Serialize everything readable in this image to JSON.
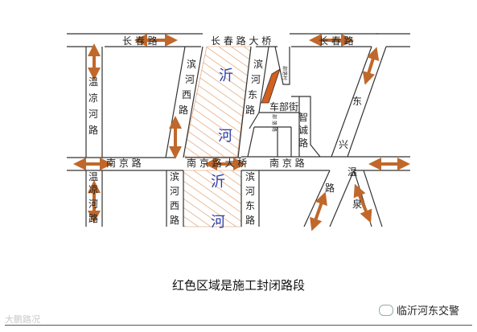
{
  "roads": {
    "changchun_left": "长 春 路",
    "changchun_bridge": "长 春 路 大 桥",
    "changchun_right": "长 春 路",
    "nanjing_left": "南 京 路",
    "nanjing_bridge": "南 京 路 大 桥",
    "nanjing_right": "南 京 路",
    "wenliang_upper": [
      "温",
      "凉",
      "河",
      "路"
    ],
    "wenliang_lower": [
      "温",
      "凉",
      "河",
      "路"
    ],
    "binhe_west_upper": [
      "滨",
      "河",
      "西",
      "路"
    ],
    "binhe_west_lower": [
      "滨",
      "河",
      "西",
      "路"
    ],
    "binhe_east_upper": [
      "滨",
      "河",
      "东",
      "路"
    ],
    "binhe_east_lower": [
      "滨",
      "河",
      "东",
      "路"
    ],
    "chebu": "车部街",
    "zhicheng": [
      "智",
      "诚",
      "路"
    ],
    "dongxing": [
      "东",
      "兴",
      "路"
    ],
    "wenquan": [
      "温",
      "泉"
    ],
    "small_side": "部 落 路",
    "small_building": "部落村"
  },
  "river": {
    "upper": [
      "沂",
      "河"
    ],
    "lower": [
      "沂",
      "河"
    ]
  },
  "caption": "红色区域是施工封闭路段",
  "watermark_left": "大鹏路况",
  "watermark_right": "临沂河东交警",
  "colors": {
    "arrow": "#c0682b",
    "hatch": "#e0a070",
    "closed": "#d2601e",
    "road_line": "#333333",
    "river_text": "#2b3fae"
  }
}
